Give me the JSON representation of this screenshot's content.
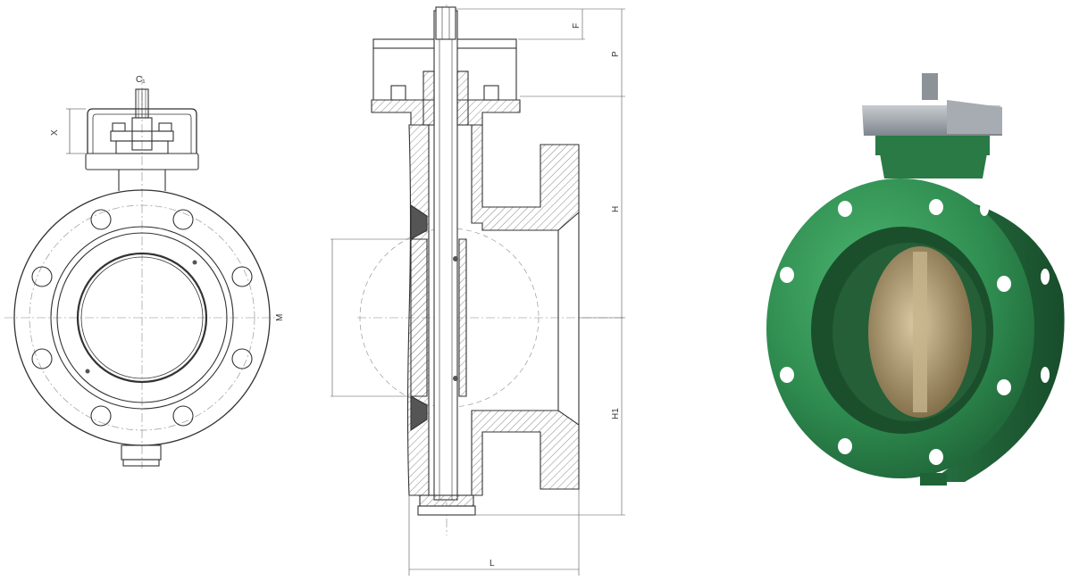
{
  "drawing": {
    "front_view": {
      "top_label": "C₁",
      "side_label_left": "X",
      "side_label_right": "M"
    },
    "section_view": {
      "dim_labels": {
        "f": "F",
        "p": "P",
        "h": "H",
        "h1": "H1",
        "l": "L"
      }
    },
    "render_3d": {
      "body_color": "#2e8b4f",
      "bracket_color": "#9aa0a6",
      "disc_color": "#b6a07a"
    }
  }
}
